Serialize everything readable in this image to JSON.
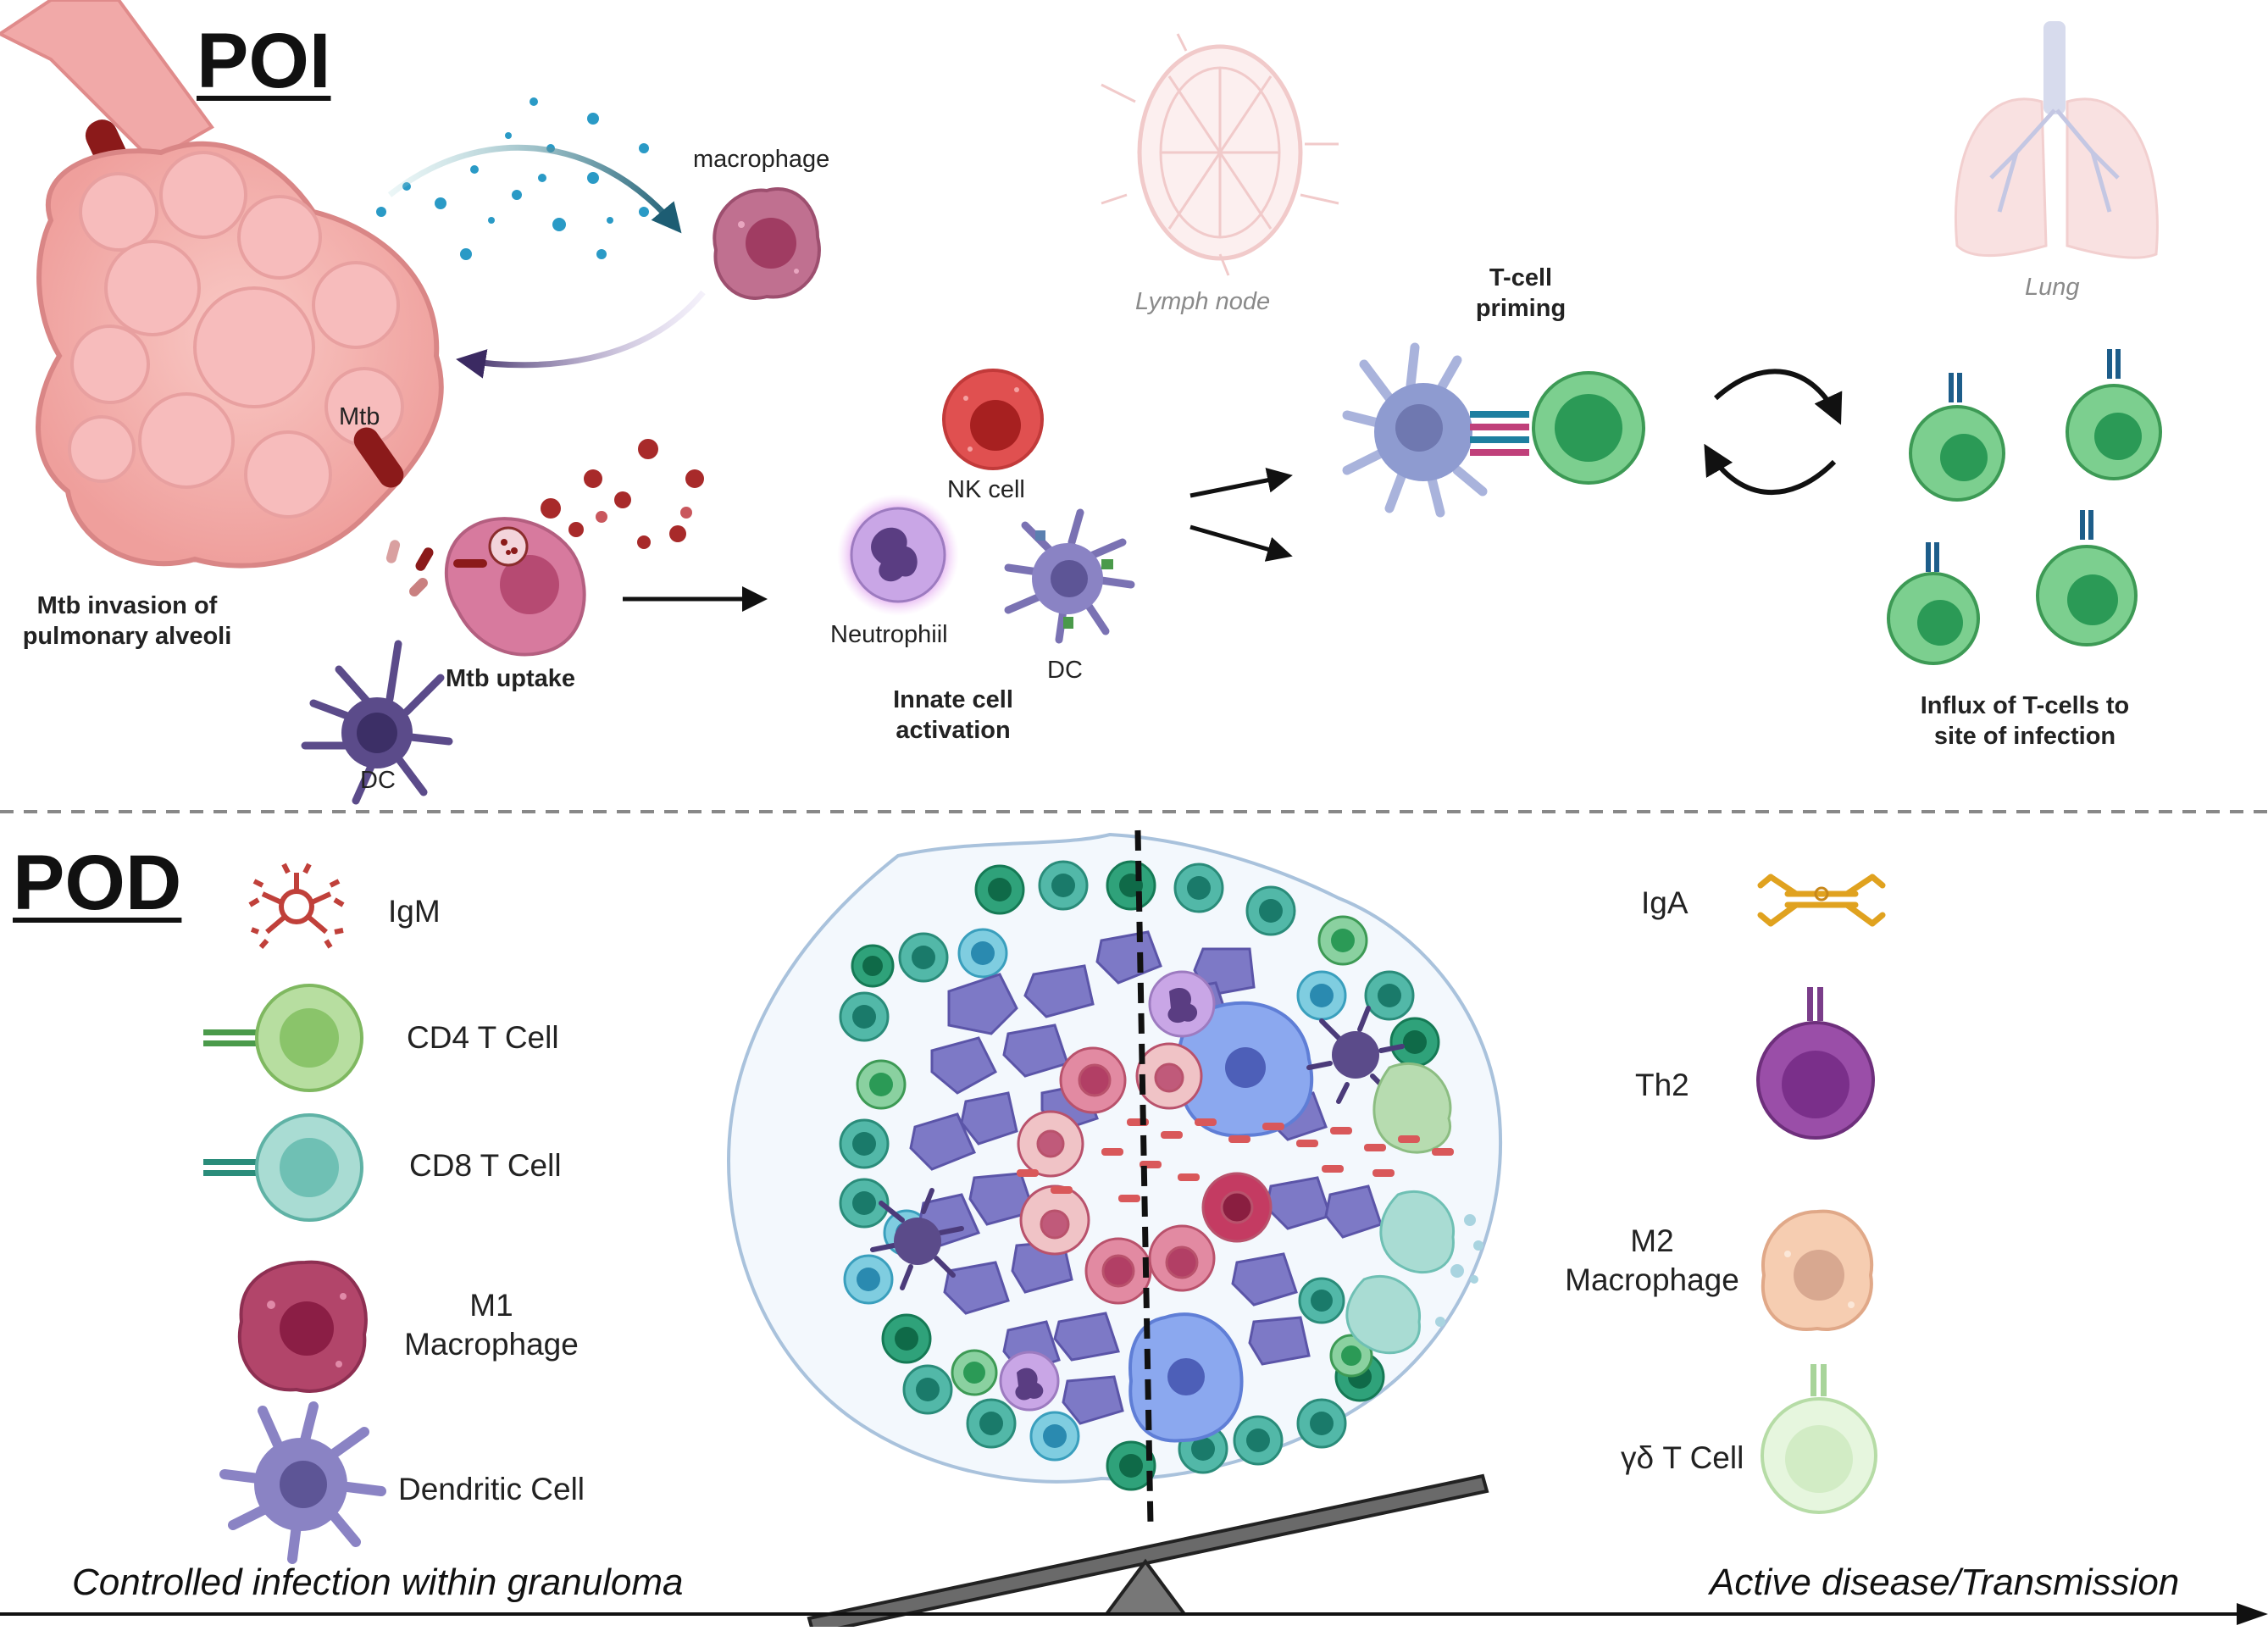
{
  "poi": {
    "title": "POI",
    "mtb_label": "Mtb",
    "invasion_label": [
      "Mtb invasion of",
      "pulmonary alveoli"
    ],
    "macrophage_label": "macrophage",
    "uptake_label": "Mtb uptake",
    "dc_label": "DC",
    "nk_label": "NK cell",
    "neutrophil_label": "Neutrophiil",
    "dc2_label": "DC",
    "innate_label": [
      "Innate cell",
      "activation"
    ],
    "lymph_label": "Lymph node",
    "priming_label": [
      "T-cell",
      "priming"
    ],
    "lung_label": "Lung",
    "influx_label": [
      "Influx of T-cells to",
      "site of infection"
    ]
  },
  "pod": {
    "title": "POD",
    "legend_left": [
      {
        "label": "IgM",
        "icon": "igm-antibody-icon"
      },
      {
        "label": "CD4 T Cell",
        "icon": "cd4-t-cell-icon"
      },
      {
        "label": "CD8 T Cell",
        "icon": "cd8-t-cell-icon"
      },
      {
        "label": "M1\nMacrophage",
        "icon": "m1-macrophage-icon"
      },
      {
        "label": "Dendritic Cell",
        "icon": "dendritic-cell-icon"
      }
    ],
    "legend_right": [
      {
        "label": "IgA",
        "icon": "iga-antibody-icon"
      },
      {
        "label": "Th2",
        "icon": "th2-cell-icon"
      },
      {
        "label": "M2\nMacrophage",
        "icon": "m2-macrophage-icon"
      },
      {
        "label": "γδ T Cell",
        "icon": "gamma-delta-t-cell-icon"
      }
    ],
    "axis_left": "Controlled infection within granuloma",
    "axis_right": "Active disease/Transmission"
  },
  "colors": {
    "alveoli": "#f4b6b6",
    "t_cell": "#7ccf8f",
    "cd8": "#8fd0c9",
    "m1": "#b2456a",
    "dc": "#8a83c4",
    "th2": "#9a4ea8",
    "m2": "#f6cdb1",
    "gd": "#d9f2cf",
    "iga": "#e0a21f",
    "igm": "#c0403a"
  }
}
